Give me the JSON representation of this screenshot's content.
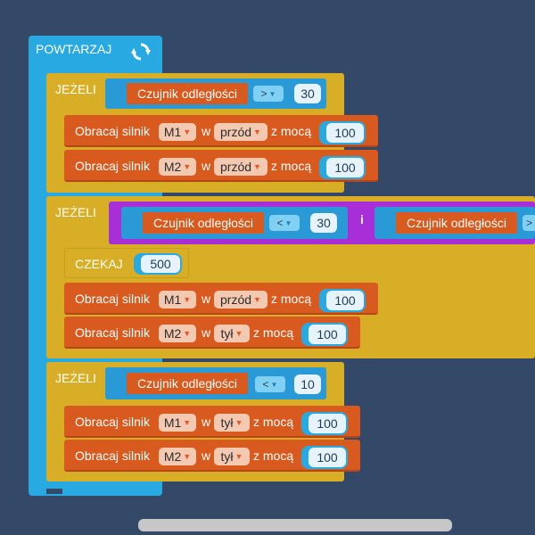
{
  "loop": {
    "label": "POWTARZAJ",
    "icon": "repeat-icon"
  },
  "if1": {
    "label": "JEŻELI",
    "sensor": "Czujnik odległości",
    "op": ">",
    "value": "30",
    "cmds": [
      {
        "text": "Obracaj silnik",
        "motor": "M1",
        "w": "w",
        "dir": "przód",
        "power_label": "z mocą",
        "power": "100"
      },
      {
        "text": "Obracaj silnik",
        "motor": "M2",
        "w": "w",
        "dir": "przód",
        "power_label": "z mocą",
        "power": "100"
      }
    ]
  },
  "if2": {
    "label": "JEŻELI",
    "sensor_a": "Czujnik odległości",
    "op_a": "<",
    "value_a": "30",
    "and_label": "i",
    "sensor_b": "Czujnik odległości",
    "op_b": ">",
    "wait": {
      "label": "CZEKAJ",
      "value": "500"
    },
    "cmds": [
      {
        "text": "Obracaj silnik",
        "motor": "M1",
        "w": "w",
        "dir": "przód",
        "power_label": "z mocą",
        "power": "100"
      },
      {
        "text": "Obracaj silnik",
        "motor": "M2",
        "w": "w",
        "dir": "tył",
        "power_label": "z mocą",
        "power": "100"
      }
    ]
  },
  "if3": {
    "label": "JEŻELI",
    "sensor": "Czujnik odległości",
    "op": "<",
    "value": "10",
    "cmds": [
      {
        "text": "Obracaj silnik",
        "motor": "M1",
        "w": "w",
        "dir": "tył",
        "power_label": "z mocą",
        "power": "100"
      },
      {
        "text": "Obracaj silnik",
        "motor": "M2",
        "w": "w",
        "dir": "tył",
        "power_label": "z mocą",
        "power": "100"
      }
    ]
  },
  "colors": {
    "background": "#344867",
    "loop": "#29A9E1",
    "if": "#D7AE25",
    "command": "#D95A1E",
    "logic": "#A82ED7"
  }
}
